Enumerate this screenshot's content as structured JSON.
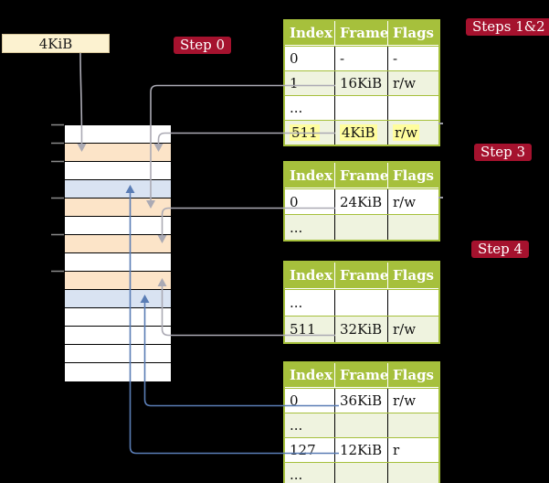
{
  "labels": {
    "box_4kib": "4KiB",
    "step0": "Step 0",
    "steps12": "Steps 1&2",
    "step3": "Step 3",
    "step4": "Step 4"
  },
  "colors": {
    "background": "#000000",
    "header_green": "#a6c03c",
    "row_light_green": "#eff3df",
    "label_crimson": "#a5122e",
    "highlight_yellow": "#fffd9e",
    "box_cream": "#fcf2d0",
    "mem_orange": "#fce4c8",
    "mem_blue": "#d9e3f2",
    "arrow_gray": "#abaab4",
    "arrow_blue": "#5a7db5"
  },
  "memory_column": {
    "rows": [
      "white",
      "orange",
      "white",
      "blue",
      "orange",
      "white",
      "orange",
      "white",
      "orange",
      "blue",
      "white",
      "white",
      "white",
      "white"
    ]
  },
  "page_tables": [
    {
      "name": "level-1-table",
      "columns": [
        "Index",
        "Frame",
        "Flags"
      ],
      "rows": [
        {
          "cells": [
            "0",
            "-",
            "-"
          ],
          "shade": false,
          "highlight": false
        },
        {
          "cells": [
            "1",
            "16KiB",
            "r/w"
          ],
          "shade": true,
          "highlight": false
        },
        {
          "cells": [
            "...",
            "",
            ""
          ],
          "shade": false,
          "highlight": false
        },
        {
          "cells": [
            "511",
            "4KiB",
            "r/w"
          ],
          "shade": true,
          "highlight": true
        }
      ]
    },
    {
      "name": "level-2-table",
      "columns": [
        "Index",
        "Frame",
        "Flags"
      ],
      "rows": [
        {
          "cells": [
            "0",
            "24KiB",
            "r/w"
          ],
          "shade": false,
          "highlight": false
        },
        {
          "cells": [
            "...",
            "",
            ""
          ],
          "shade": true,
          "highlight": false
        }
      ]
    },
    {
      "name": "level-3-table",
      "columns": [
        "Index",
        "Frame",
        "Flags"
      ],
      "rows": [
        {
          "cells": [
            "...",
            "",
            ""
          ],
          "shade": false,
          "highlight": false
        },
        {
          "cells": [
            "511",
            "32KiB",
            "r/w"
          ],
          "shade": true,
          "highlight": false
        }
      ]
    },
    {
      "name": "level-4-table",
      "columns": [
        "Index",
        "Frame",
        "Flags"
      ],
      "rows": [
        {
          "cells": [
            "0",
            "36KiB",
            "r/w"
          ],
          "shade": false,
          "highlight": false
        },
        {
          "cells": [
            "...",
            "",
            ""
          ],
          "shade": true,
          "highlight": false
        },
        {
          "cells": [
            "127",
            "12KiB",
            "r"
          ],
          "shade": false,
          "highlight": false
        },
        {
          "cells": [
            "...",
            "",
            ""
          ],
          "shade": true,
          "highlight": false
        }
      ]
    }
  ]
}
